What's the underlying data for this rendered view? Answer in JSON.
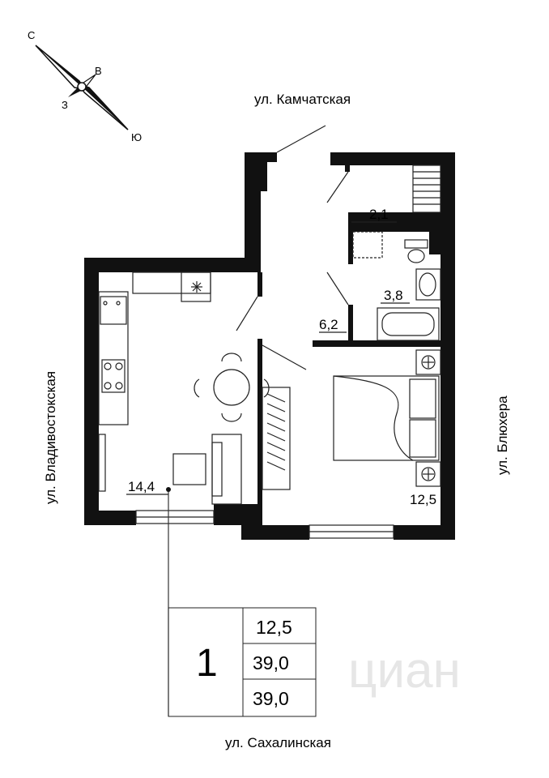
{
  "compass": {
    "north": "С",
    "east": "В",
    "south": "Ю",
    "west": "З"
  },
  "streets": {
    "top": "ул. Камчатская",
    "left": "ул. Владивостокская",
    "right": "ул. Блюхера",
    "bottom": "ул. Сахалинская"
  },
  "rooms": {
    "kitchen_living": "14,4",
    "hall": "6,2",
    "storage": "2,1",
    "bathroom": "3,8",
    "bedroom": "12,5"
  },
  "summary": {
    "rooms_count": "1",
    "living_area": "12,5",
    "total_area": "39,0",
    "total_area_2": "39,0"
  },
  "watermark": "циан",
  "colors": {
    "wall": "#111111",
    "line": "#222222",
    "watermark": "#e6e6e6"
  }
}
